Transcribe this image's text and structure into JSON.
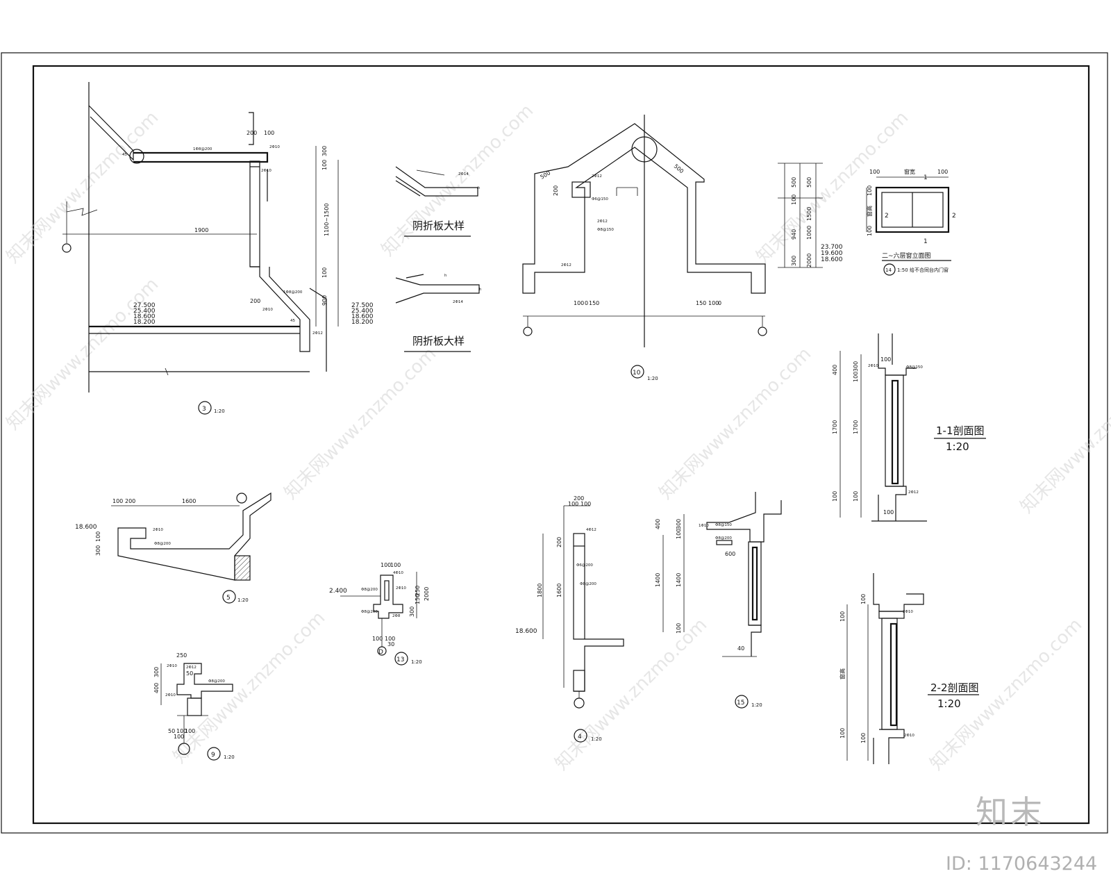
{
  "drawing": {
    "watermark_text": "知末网www.znzmo.com",
    "brand": "知末",
    "id_label": "ID: 1170643244",
    "details": {
      "d3": {
        "number": "3",
        "scale": "1:20",
        "dims": [
          "200",
          "100",
          "1900",
          "200",
          "100",
          "300",
          "1100~1500",
          "100",
          "900"
        ],
        "levels": [
          "27.500",
          "25.400",
          "18.600",
          "18.200"
        ],
        "levels_right": [
          "27.500",
          "25.400",
          "18.600",
          "18.200"
        ],
        "angles": [
          "45",
          "45"
        ],
        "notes": [
          "1Φ8@200",
          "2Φ10",
          "2Φ10",
          "1Φ8@200",
          "2Φ10",
          "2Φ12"
        ]
      },
      "yin_zhe_1": {
        "caption": "阴折板大样",
        "notes": [
          "h",
          "2Φ14"
        ]
      },
      "yin_zhe_2": {
        "caption": "阴折板大样",
        "notes": [
          "h",
          "h",
          "2Φ14"
        ]
      },
      "d10": {
        "number": "10",
        "scale": "1:20",
        "dims": [
          "500",
          "500",
          "200",
          "100",
          "0",
          "150",
          "150",
          "100",
          "0"
        ],
        "notes": [
          "2Φ12",
          "Φ6@150",
          "2Φ12",
          "Φ8@150",
          "2Φ12"
        ]
      },
      "elev_dims": {
        "dims": [
          "500",
          "500",
          "1500",
          "100",
          "1000",
          "940",
          "300",
          "2000"
        ],
        "levels": [
          "23.700",
          "19.600",
          "18.600"
        ]
      },
      "window_14": {
        "title": "二~六层窗立面图",
        "number": "14",
        "scale_note": "1:50 给不合同台内门窗",
        "dims": [
          "100",
          "窗宽",
          "100",
          "100",
          "窗高",
          "100"
        ],
        "marks": [
          "1",
          "1",
          "2",
          "2"
        ]
      },
      "section_1_1": {
        "title": "1-1剖面图",
        "scale": "1:20",
        "dims": [
          "400",
          "300",
          "100",
          "1700",
          "1700",
          "100",
          "100",
          "100",
          "100"
        ],
        "notes": [
          "Φ8@150",
          "2Φ10",
          "2Φ12"
        ]
      },
      "d5": {
        "number": "5",
        "scale": "1:20",
        "dims": [
          "100",
          "200",
          "1600",
          "300",
          "100"
        ],
        "levels": [
          "18.600"
        ],
        "notes": [
          "2Φ10",
          "Φ8@200"
        ]
      },
      "d13": {
        "number": "13",
        "scale": "1:20",
        "axis": "D",
        "dims": [
          "100",
          "100",
          "250",
          "2000",
          "300",
          "100",
          "150",
          "100",
          "30"
        ],
        "levels": [
          "2.400"
        ],
        "notes": [
          "4Φ10",
          "2Φ10",
          "Φ8@200",
          "Φ8@200",
          "2Φ8"
        ]
      },
      "d9": {
        "number": "9",
        "scale": "1:20",
        "dims": [
          "250",
          "50",
          "100",
          "300",
          "400",
          "50",
          "100",
          "100"
        ],
        "notes": [
          "2Φ10",
          "2Φ12",
          "2Φ10",
          "Φ8@200"
        ]
      },
      "d4": {
        "number": "4",
        "scale": "1:20",
        "dims": [
          "200",
          "100",
          "100",
          "200",
          "1800",
          "1600"
        ],
        "levels": [
          "18.600"
        ],
        "notes": [
          "4Φ12",
          "Φ6@200",
          "Φ8@200"
        ]
      },
      "d15": {
        "number": "15",
        "scale": "1:20",
        "dims": [
          "400",
          "300",
          "100",
          "1400",
          "1400",
          "100",
          "600",
          "40"
        ],
        "notes": [
          "1Φ10",
          "Φ8@150",
          "Φ8@200"
        ]
      },
      "section_2_2": {
        "title": "2-2剖面图",
        "scale": "1:20",
        "dims": [
          "100",
          "100",
          "窗高",
          "100",
          "100"
        ],
        "notes": [
          "2Φ10",
          "2Φ10"
        ]
      }
    }
  }
}
